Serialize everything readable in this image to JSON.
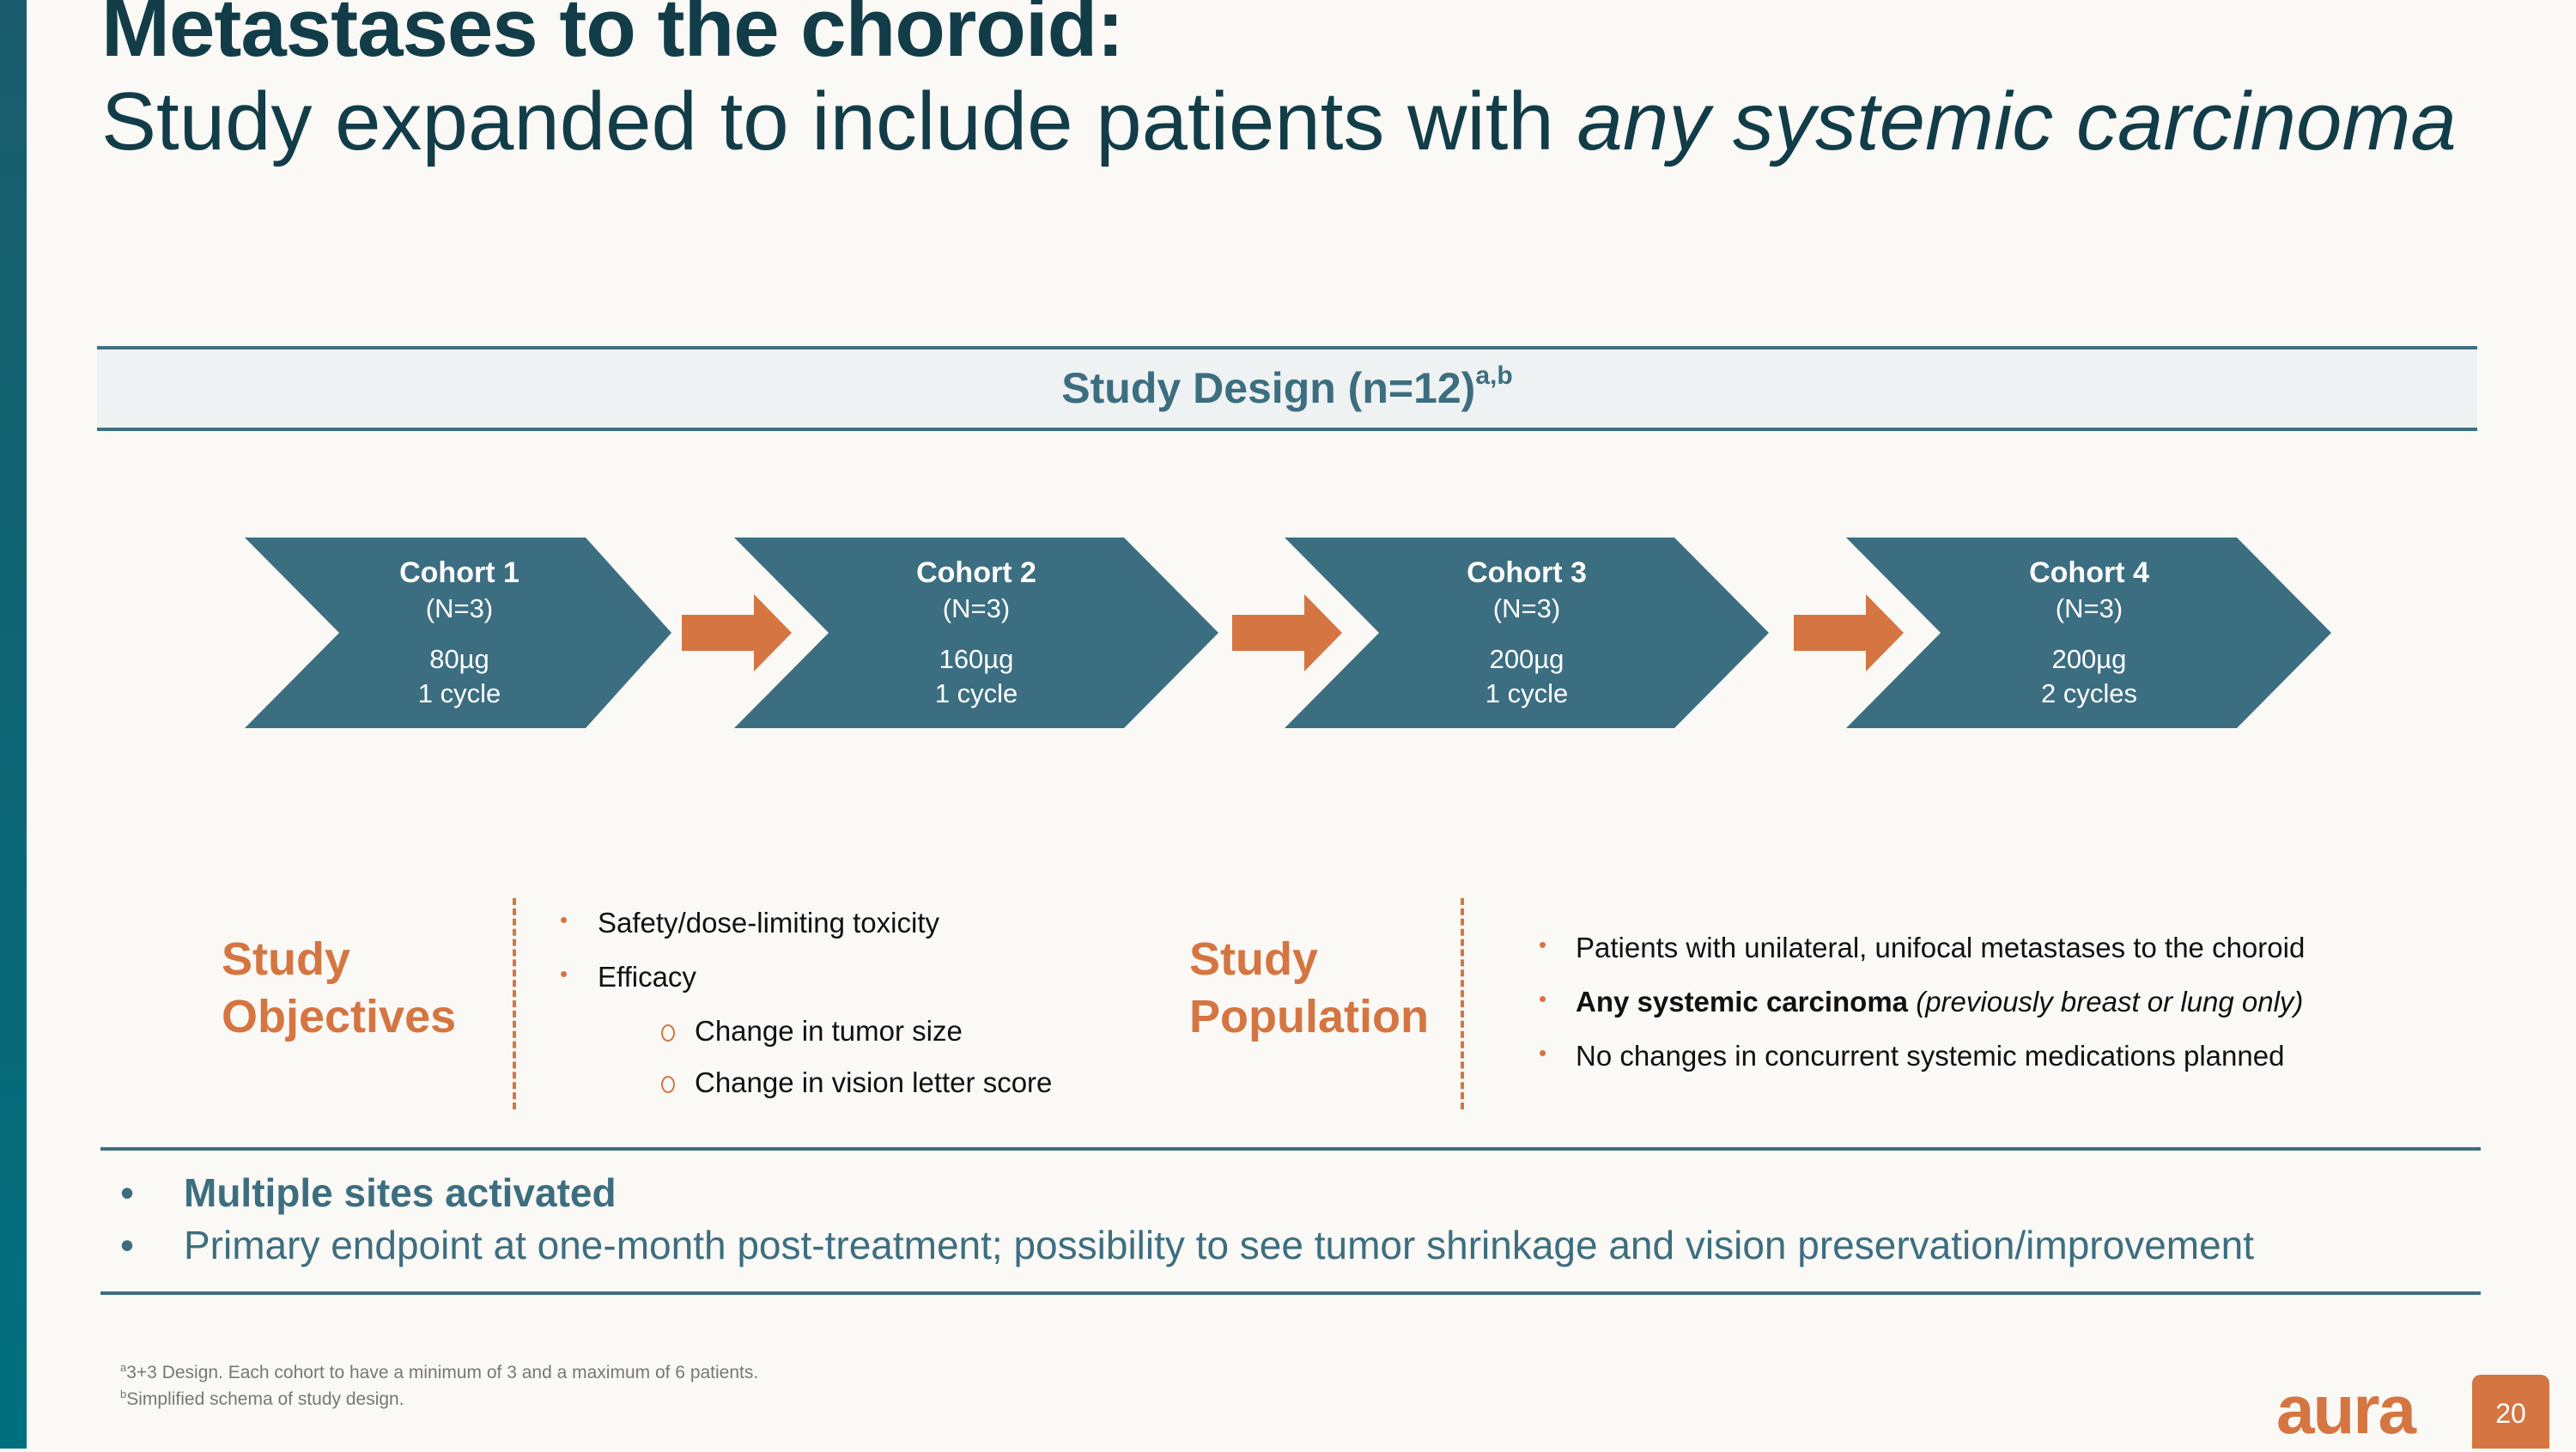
{
  "title": {
    "line1": "Metastases to the choroid:",
    "line2_prefix": "Study expanded to include patients with ",
    "line2_italic": "any systemic carcinoma"
  },
  "study_design": {
    "label": "Study Design (n=12)",
    "superscript": "a,b"
  },
  "cohorts": [
    {
      "name": "Cohort 1",
      "n": "(N=3)",
      "dose": "80µg",
      "cycles": "1 cycle"
    },
    {
      "name": "Cohort 2",
      "n": "(N=3)",
      "dose": "160µg",
      "cycles": "1 cycle"
    },
    {
      "name": "Cohort 3",
      "n": "(N=3)",
      "dose": "200µg",
      "cycles": "1 cycle"
    },
    {
      "name": "Cohort 4",
      "n": "(N=3)",
      "dose": "200µg",
      "cycles": "2 cycles"
    }
  ],
  "objectives": {
    "heading1": "Study",
    "heading2": "Objectives",
    "items": [
      "Safety/dose-limiting toxicity",
      "Efficacy"
    ],
    "subitems": [
      "Change in tumor size",
      "Change in vision letter score"
    ]
  },
  "population": {
    "heading1": "Study",
    "heading2": "Population",
    "item1": "Patients with unilateral, unifocal metastases to the choroid",
    "item2_bold": "Any systemic carcinoma",
    "item2_italic": " (previously breast or lung only)",
    "item3": "No changes in concurrent systemic medications planned"
  },
  "key_points": [
    "Multiple sites activated",
    "Primary endpoint at one-month post-treatment; possibility to see tumor shrinkage and vision preservation/improvement"
  ],
  "footnotes": [
    {
      "mark": "a",
      "text": "3+3 Design. Each cohort to have a minimum of 3 and a maximum of 6 patients."
    },
    {
      "mark": "b",
      "text": "Simplified schema of study design."
    }
  ],
  "logo": "aura",
  "page_number": "20",
  "colors": {
    "teal": "#3c6e81",
    "dark_teal": "#123d48",
    "orange": "#d57541",
    "background": "#faf9f6"
  }
}
